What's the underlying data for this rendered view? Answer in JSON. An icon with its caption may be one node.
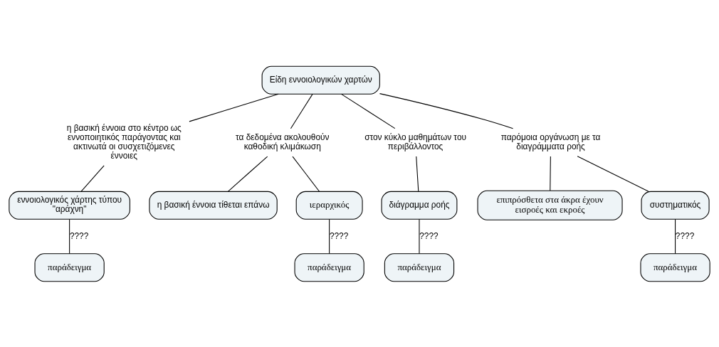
{
  "diagram": {
    "nodes": [
      {
        "text": [
          "Είδη εννοιολογικών χαρτών"
        ]
      },
      {
        "text": [
          "η βασική έννοια στο κέντρο ως εννοποιητικός παράγοντας και ακτινωτά οι συσχετιζόμενες έννοιες"
        ]
      },
      {
        "text": [
          "τα δεδομένα ακολουθούν καθοδική κλιμάκωση"
        ]
      },
      {
        "text": [
          "στον κύκλο μαθημάτων του περιβάλλοντος"
        ]
      },
      {
        "text": [
          "παρόμοια οργάνωση με τα διαγράμματα ροής"
        ]
      },
      {
        "text": [
          "εννοιολογικός χάρτης τύπου \"αράχνη\""
        ]
      },
      {
        "text": [
          "η βασική έννοια τίθεται επάνω"
        ]
      },
      {
        "text": [
          "ιεραρχικός"
        ]
      },
      {
        "text": [
          "διάγραμμα ροής"
        ]
      },
      {
        "text": [
          "επιπρόσθετα στα άκρα έχουν εισροές και εκροές"
        ]
      },
      {
        "text": [
          "συστηματικός"
        ]
      },
      {
        "text": [
          "παράδειγμα"
        ]
      },
      {
        "text": [
          "παράδειγμα"
        ]
      },
      {
        "text": [
          "παράδειγμα"
        ]
      },
      {
        "text": [
          "παράδειγμα"
        ]
      }
    ],
    "edges": [
      {
        "from": 0,
        "to": 1,
        "arrow": "none"
      },
      {
        "from": 1,
        "to": 5,
        "arrow": "none"
      },
      {
        "from": 0,
        "to": 2,
        "arrow": "none"
      },
      {
        "from": 2,
        "to": 6,
        "arrow": "none"
      },
      {
        "from": 2,
        "to": 7,
        "arrow": "none"
      },
      {
        "from": 0,
        "to": 3,
        "arrow": "none"
      },
      {
        "from": 3,
        "to": 8,
        "arrow": "none"
      },
      {
        "from": 0,
        "to": 4,
        "arrow": "none"
      },
      {
        "from": 4,
        "to": 9,
        "arrow": "none"
      },
      {
        "from": 4,
        "to": 10,
        "arrow": "none"
      },
      {
        "from": 5,
        "to": 11,
        "arrow": "none",
        "label": "????"
      },
      {
        "from": 7,
        "to": 12,
        "arrow": "none",
        "label": "????"
      },
      {
        "from": 8,
        "to": 13,
        "arrow": "none",
        "label": "????"
      },
      {
        "from": 10,
        "to": 14,
        "arrow": "none",
        "label": "????"
      }
    ]
  }
}
